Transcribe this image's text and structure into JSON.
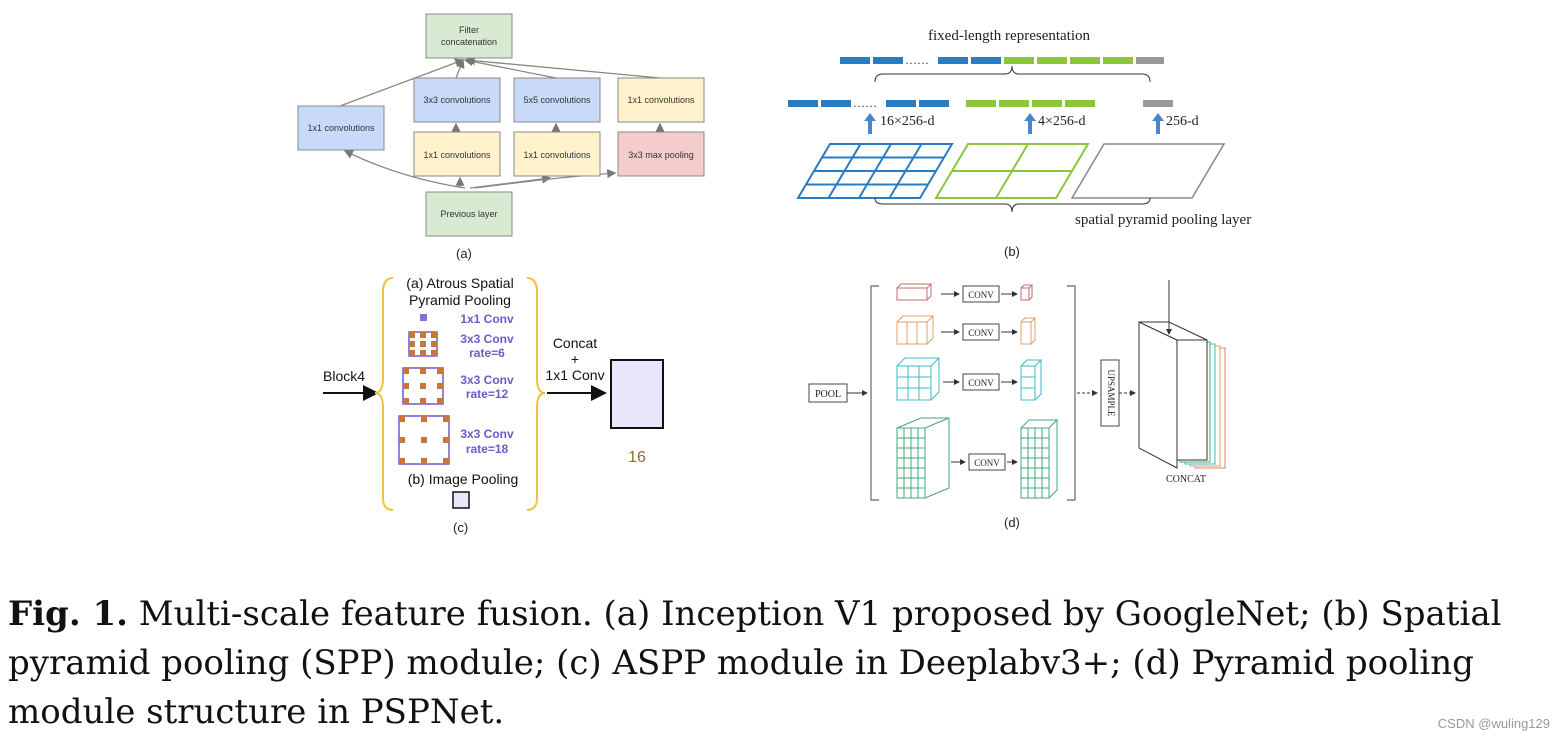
{
  "panel_a": {
    "label": "(a)",
    "filter_concat": [
      "Filter",
      "concatenation"
    ],
    "conv1x1_left": "1x1 convolutions",
    "conv3x3": "3x3 convolutions",
    "conv5x5": "5x5 convolutions",
    "conv1x1_right": "1x1 convolutions",
    "conv1x1_mid1": "1x1 convolutions",
    "conv1x1_mid2": "1x1 convolutions",
    "maxpool": "3x3 max pooling",
    "previous": "Previous layer"
  },
  "panel_b": {
    "label": "(b)",
    "title": "fixed-length representation",
    "dim16": "16×256-d",
    "dim4": "4×256-d",
    "dim1": "256-d",
    "dots": "……",
    "spp_layer": "spatial pyramid pooling layer"
  },
  "panel_c": {
    "label": "(c)",
    "aspp_title": [
      "(a) Atrous Spatial",
      "Pyramid Pooling"
    ],
    "conv1": "1x1 Conv",
    "conv2": [
      "3x3 Conv",
      "rate=6"
    ],
    "conv3": [
      "3x3 Conv",
      "rate=12"
    ],
    "conv4": [
      "3x3 Conv",
      "rate=18"
    ],
    "image_pooling": "(b) Image Pooling",
    "block4": "Block4",
    "concat": [
      "Concat",
      "+",
      "1x1 Conv"
    ],
    "out_size": "16"
  },
  "panel_d": {
    "label": "(d)",
    "pool": "POOL",
    "conv": "CONV",
    "upsample": "UPSAMPLE",
    "concat": "CONCAT"
  },
  "caption": {
    "fig_label": "Fig. 1.",
    "text": " Multi-scale feature fusion. (a) Inception V1 proposed by GoogleNet; (b) Spatial pyramid pooling (SPP) module; (c) ASPP module in Deeplabv3+; (d) Pyramid pooling module structure in PSPNet."
  },
  "watermark": "CSDN @wuling129",
  "colors": {
    "green_box": "#d9ead3",
    "blue_box": "#c9daf8",
    "yellow_box": "#fff2cc",
    "red_box": "#f4cccc",
    "spp_blue": "#2a7bc0",
    "spp_green": "#8cc63f",
    "spp_gray": "#999999",
    "aspp_purple": "#6a5acd",
    "aspp_orange": "#c8763a"
  }
}
